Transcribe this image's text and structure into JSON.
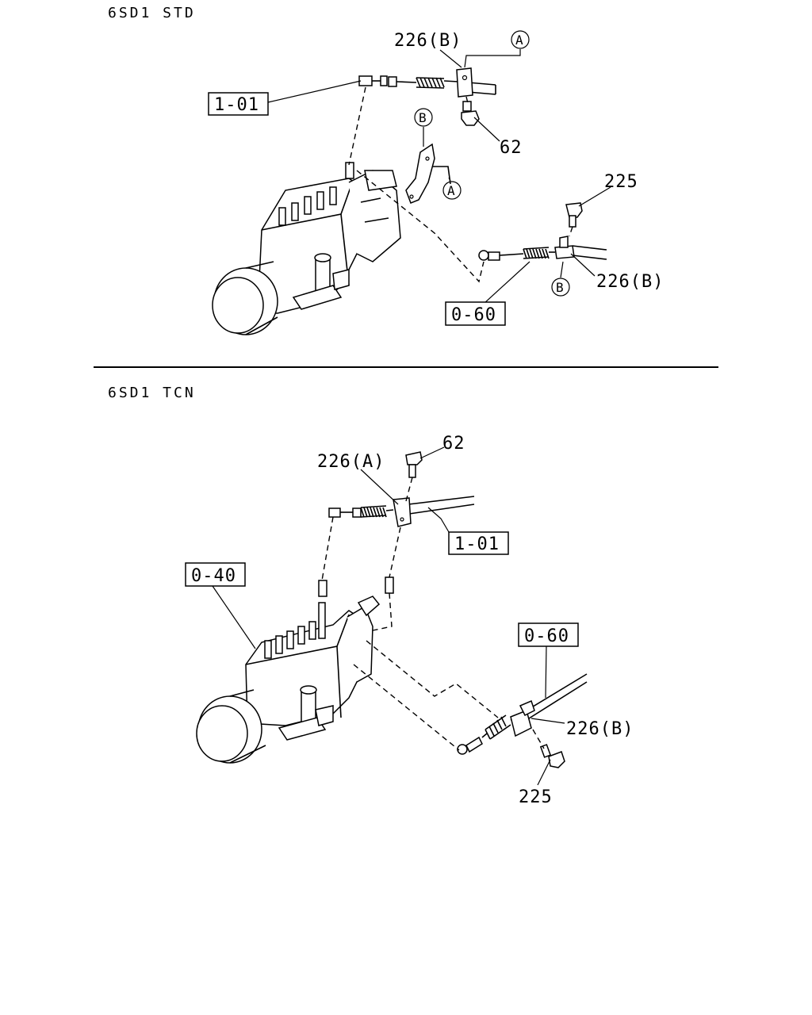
{
  "sections": {
    "std": {
      "title": "6SD1 STD",
      "labels": {
        "bracket_top": "226(B)",
        "bolt_top": "62",
        "ref_cable": "1-01",
        "bracket_right": "226(B)",
        "bolt_right": "225",
        "ref_cable_bottom": "0-60",
        "marker_a": "A",
        "marker_b": "B"
      }
    },
    "tcn": {
      "title": "6SD1 TCN",
      "labels": {
        "bracket_top": "226(A)",
        "bolt_top": "62",
        "ref_cable": "1-01",
        "ref_pump": "0-40",
        "ref_cable_right": "0-60",
        "bracket_right": "226(B)",
        "bolt_right": "225"
      }
    }
  }
}
